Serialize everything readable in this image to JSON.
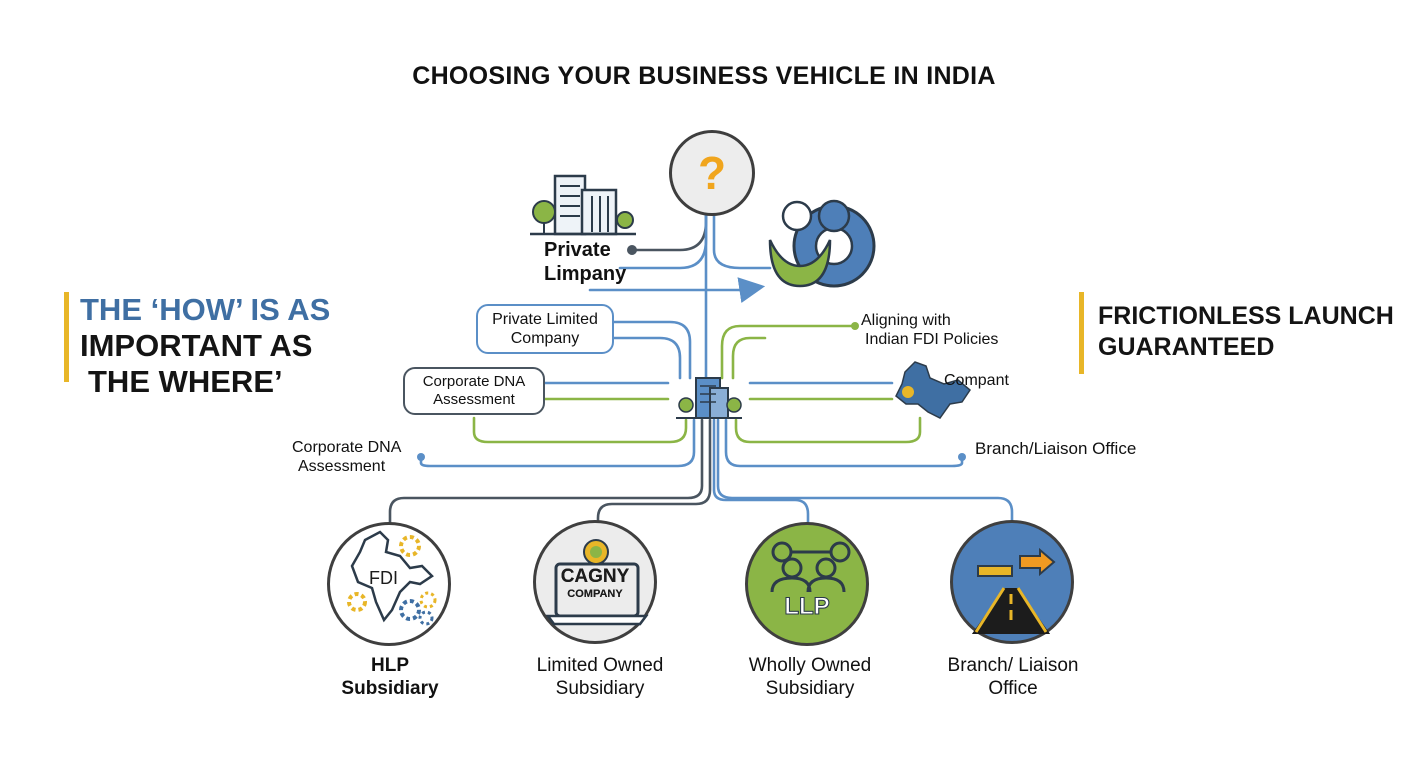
{
  "title": "CHOOSING YOUR BUSINESS VEHICLE IN INDIA",
  "left_statement": {
    "line1": "THE ‘HOW’ IS AS",
    "line2": "IMPORTANT AS",
    "line3": "THE WHERE’"
  },
  "right_statement": {
    "line1": "FRICTIONLESS LAUNCH",
    "line2": "GUARANTEED"
  },
  "center": {
    "question_symbol": "?",
    "private_label_1": "Private",
    "private_label_2": "Limpany"
  },
  "left_labels": {
    "private_limited_1": "Private Limited",
    "private_limited_2": "Company",
    "dna_box_1": "Corporate DNA",
    "dna_box_2": "Assessment",
    "dna_plain_1": "Corporate DNA",
    "dna_plain_2": "Assessment"
  },
  "right_labels": {
    "fdi_1": "Aligning with",
    "fdi_2": "Indian FDI Policies",
    "compant": "Compant",
    "branch": "Branch/Liaison Office"
  },
  "options": [
    {
      "icon_text": "FDI",
      "caption_1": "HLP",
      "caption_2": "Subsidiary"
    },
    {
      "icon_text_1": "CAGNY",
      "icon_text_2": "COMPANY",
      "caption_1": "Limited Owned",
      "caption_2": "Subsidiary"
    },
    {
      "icon_text": "LLP",
      "caption_1": "Wholly Owned",
      "caption_2": "Subsidiary"
    },
    {
      "caption_1": "Branch/ Liaison",
      "caption_2": "Office"
    }
  ],
  "colors": {
    "accent_yellow": "#e8b628",
    "blue": "#5b8fc7",
    "green": "#8bb546",
    "dark": "#4a5560"
  }
}
